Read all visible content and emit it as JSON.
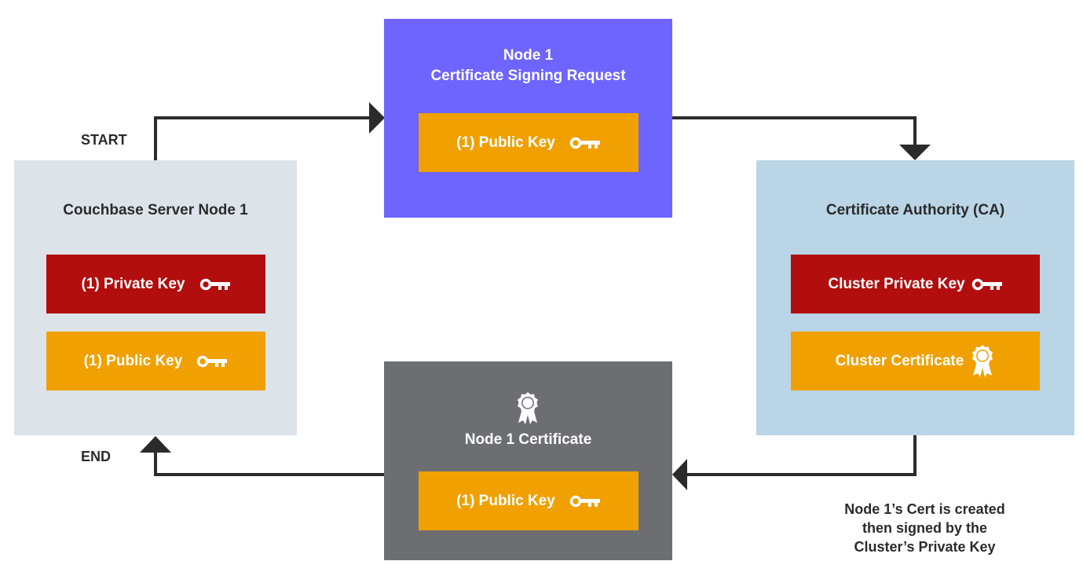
{
  "colors": {
    "node_box": "#dce4ea",
    "csr_box": "#6e64ff",
    "ca_box": "#b9d5e6",
    "cert_box": "#6d6e72",
    "private_key": "#b20e0e",
    "public_key": "#f0a000",
    "arrow": "#2b2b2b"
  },
  "node": {
    "title": "Couchbase Server Node 1",
    "private_key_label": "(1) Private Key",
    "public_key_label": "(1) Public Key"
  },
  "csr": {
    "title": "Node 1\nCertificate Signing Request",
    "public_key_label": "(1) Public Key"
  },
  "ca": {
    "title": "Certificate Authority (CA)",
    "private_key_label": "Cluster Private Key",
    "certificate_label": "Cluster Certificate"
  },
  "cert": {
    "title": "Node 1 Certificate",
    "public_key_label": "(1) Public Key"
  },
  "flow": {
    "start_label": "START",
    "end_label": "END",
    "note": "Node 1’s Cert is created\nthen signed by the\nCluster’s Private Key"
  },
  "icons": {
    "key": "key-icon",
    "award": "award-ribbon-icon"
  }
}
